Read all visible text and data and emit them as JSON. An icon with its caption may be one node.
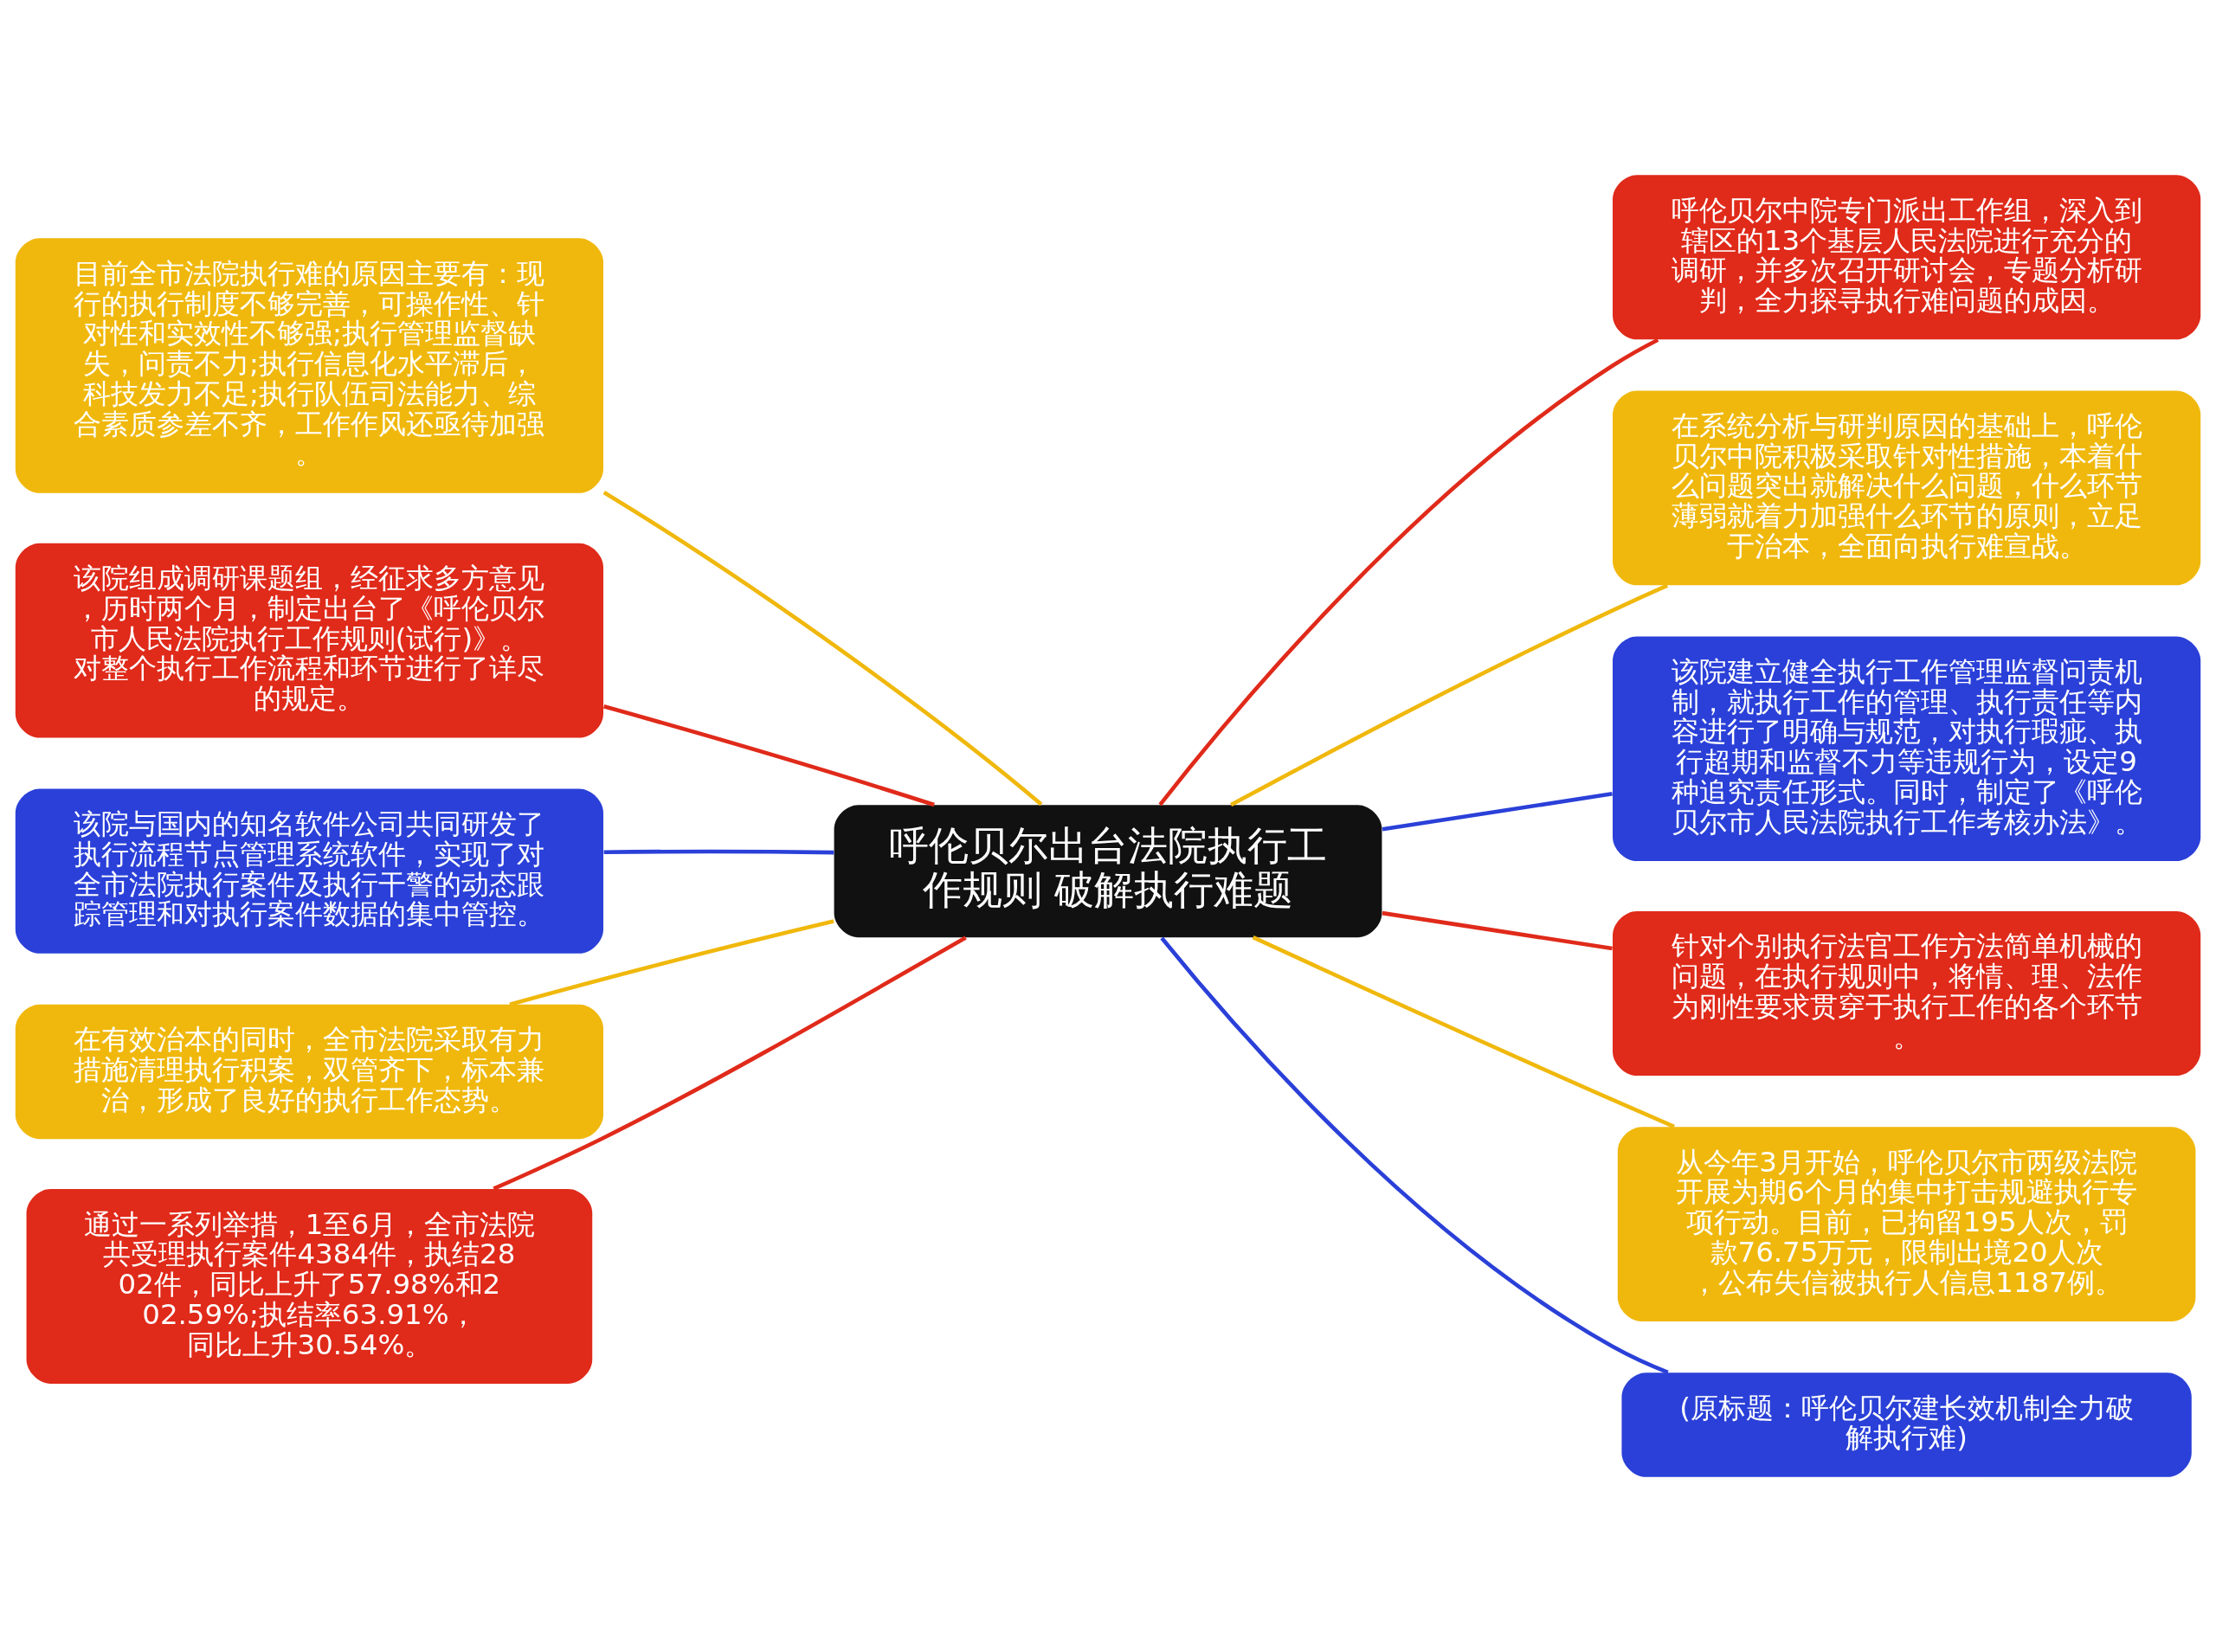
{
  "diagram": {
    "nodes": [
      {
        "text": [
          "呼伦贝尔出台法院执行工作规则 破解执行难题"
        ]
      },
      {
        "text": [
          "目前全市法院执行难的原因主要有：现行的执行制度不够完善，可操作性、针对性和实效性不够强;执行管理监督缺失，问责不力;执行信息化水平滞后，科技发力不足;执行队伍司法能力、综合素质参差不齐，工作作风还亟待加强。"
        ]
      },
      {
        "text": [
          "该院组成调研课题组，经征求多方意见，历时两个月，制定出台了《呼伦贝尔市人民法院执行工作规则(试行)》。对整个执行工作流程和环节进行了详尽的规定。"
        ]
      },
      {
        "text": [
          "该院与国内的知名软件公司共同研发了执行流程节点管理系统软件，实现了对全市法院执行案件及执行干警的动态跟踪管理和对执行案件数据的集中管控。"
        ]
      },
      {
        "text": [
          "在有效治本的同时，全市法院采取有力措施清理执行积案，双管齐下，标本兼治，形成了良好的执行工作态势。"
        ]
      },
      {
        "text": [
          "通过一系列举措，1至6月，全市法院共受理执行案件4384件，执结2802件，同比上升了57.98%和202.59%;执结率63.91%，同比上升30.54%。"
        ]
      },
      {
        "text": [
          "呼伦贝尔中院专门派出工作组，深入到辖区的13个基层人民法院进行充分的调研，并多次召开研讨会，专题分析研判，全力探寻执行难问题的成因。"
        ]
      },
      {
        "text": [
          "在系统分析与研判原因的基础上，呼伦贝尔中院积极采取针对性措施，本着什么问题突出就解决什么问题，什么环节薄弱就着力加强什么环节的原则，立足于治本，全面向执行难宣战。"
        ]
      },
      {
        "text": [
          "该院建立健全执行工作管理监督问责机制，就执行工作的管理、执行责任等内容进行了明确与规范，对执行瑕疵、执行超期和监督不力等违规行为，设定9种追究责任形式。同时，制定了《呼伦贝尔市人民法院执行工作考核办法》。"
        ]
      },
      {
        "text": [
          "针对个别执行法官工作方法简单机械的问题，在执行规则中，将情、理、法作为刚性要求贯穿于执行工作的各个环节。"
        ]
      },
      {
        "text": [
          "从今年3月开始，呼伦贝尔市两级法院开展为期6个月的集中打击规避执行专项行动。目前，已拘留195人次，罚款76.75万元，限制出境20人次，公布失信被执行人信息1187例。"
        ]
      },
      {
        "text": [
          "(原标题：呼伦贝尔建长效机制全力破解执行难)"
        ]
      }
    ],
    "edges": [
      {
        "from": 0,
        "to": 1,
        "arrow": "none",
        "color": "#f0b80c"
      },
      {
        "from": 0,
        "to": 2,
        "arrow": "none",
        "color": "#e02a1a"
      },
      {
        "from": 0,
        "to": 3,
        "arrow": "none",
        "color": "#2a40d8"
      },
      {
        "from": 0,
        "to": 4,
        "arrow": "none",
        "color": "#f0b80c"
      },
      {
        "from": 0,
        "to": 5,
        "arrow": "none",
        "color": "#e02a1a"
      },
      {
        "from": 0,
        "to": 6,
        "arrow": "none",
        "color": "#e02a1a"
      },
      {
        "from": 0,
        "to": 7,
        "arrow": "none",
        "color": "#f0b80c"
      },
      {
        "from": 0,
        "to": 8,
        "arrow": "none",
        "color": "#2a40d8"
      },
      {
        "from": 0,
        "to": 9,
        "arrow": "none",
        "color": "#e02a1a"
      },
      {
        "from": 0,
        "to": 10,
        "arrow": "none",
        "color": "#f0b80c"
      },
      {
        "from": 0,
        "to": 11,
        "arrow": "none",
        "color": "#2a40d8"
      }
    ]
  }
}
